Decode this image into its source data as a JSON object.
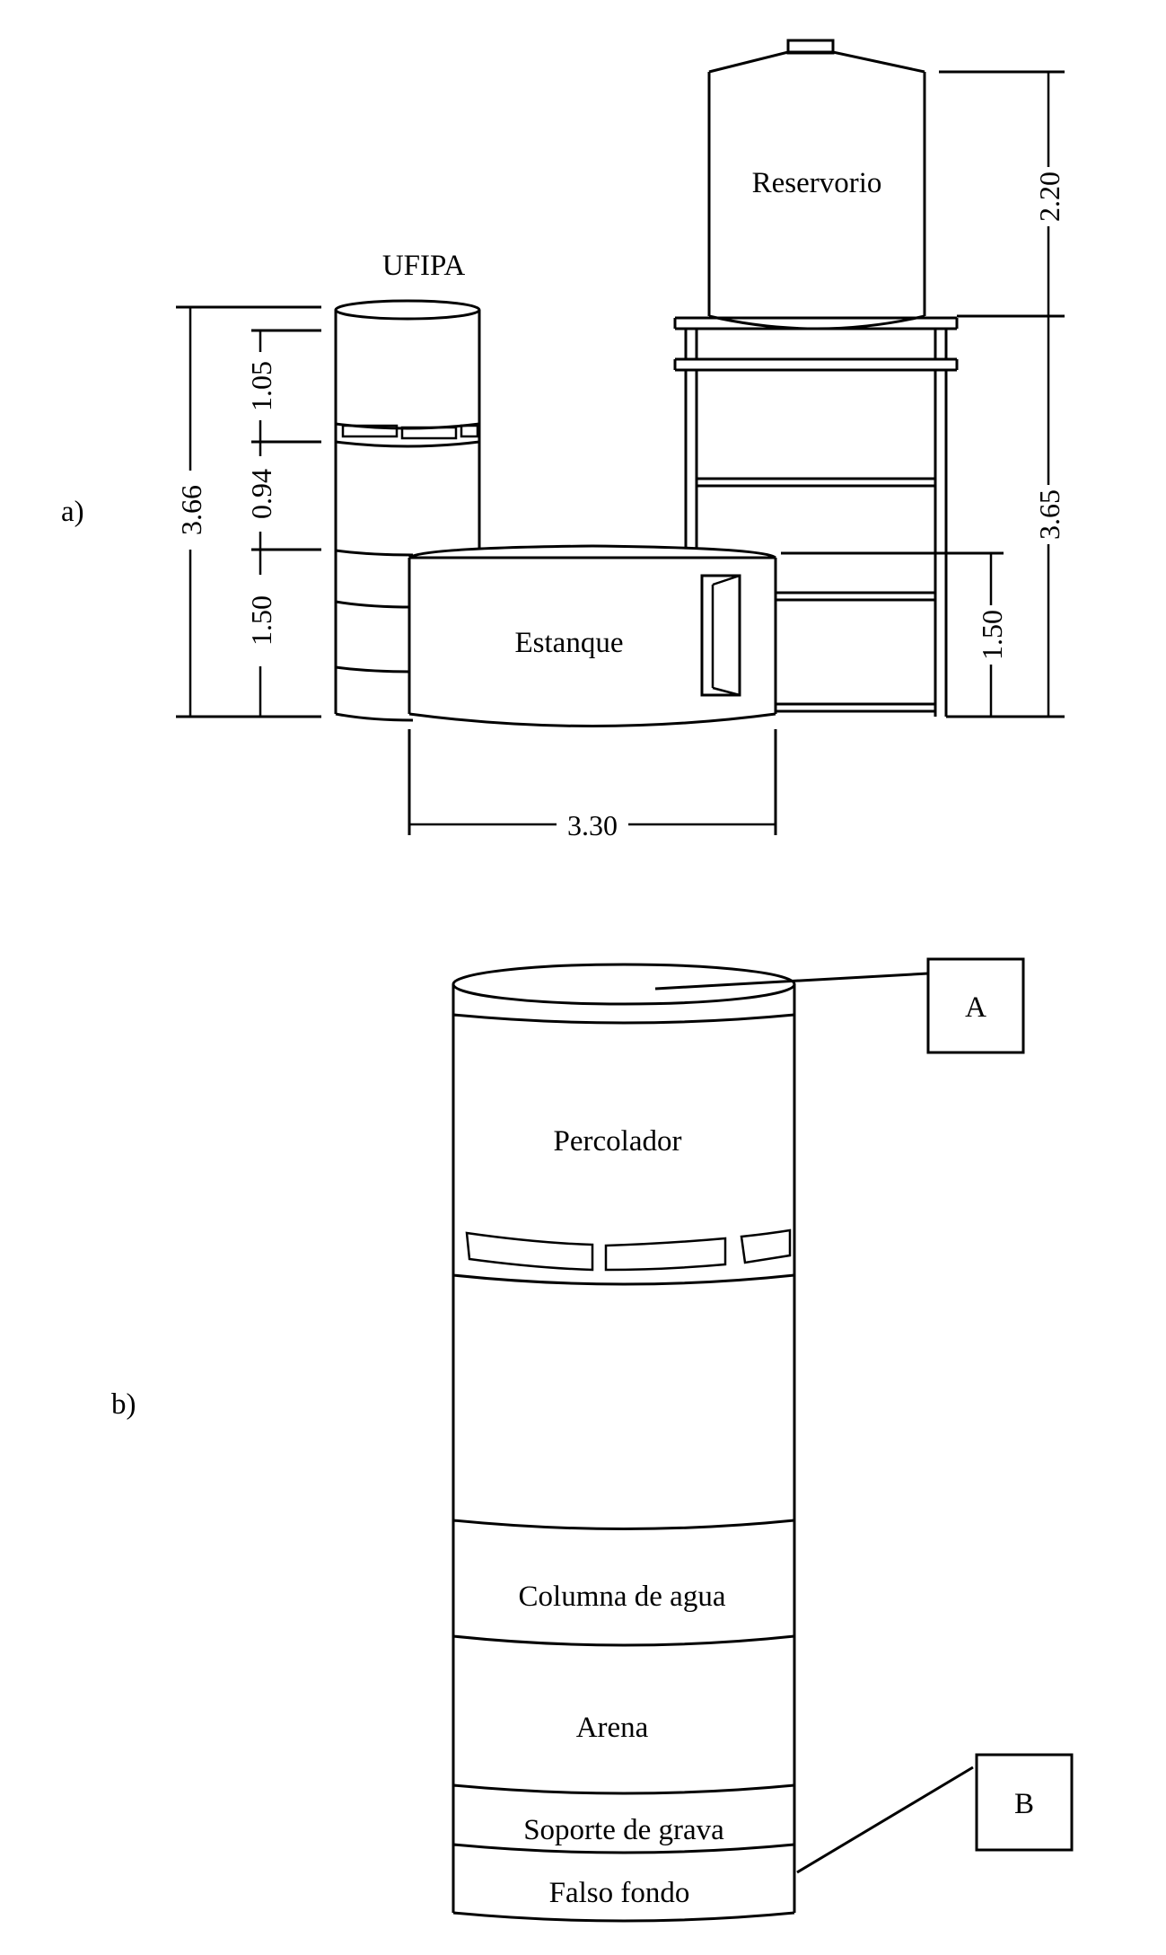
{
  "panel_a": {
    "label": "a)",
    "ufipa_label": "UFIPA",
    "reservorio_label": "Reservorio",
    "estanque_label": "Estanque",
    "dimensions": {
      "total_height": "3.66",
      "ufipa_top": "1.05",
      "ufipa_mid": "0.94",
      "ufipa_bottom": "1.50",
      "estanque_width": "3.30",
      "reservorio_height": "2.20",
      "tower_height": "3.65",
      "estanque_height": "1.50"
    }
  },
  "panel_b": {
    "label": "b)",
    "layers": {
      "percolador": "Percolador",
      "columna": "Columna de agua",
      "arena": "Arena",
      "soporte": "Soporte de grava",
      "falso_fondo": "Falso fondo"
    },
    "callout_a": "A",
    "callout_b": "B"
  }
}
